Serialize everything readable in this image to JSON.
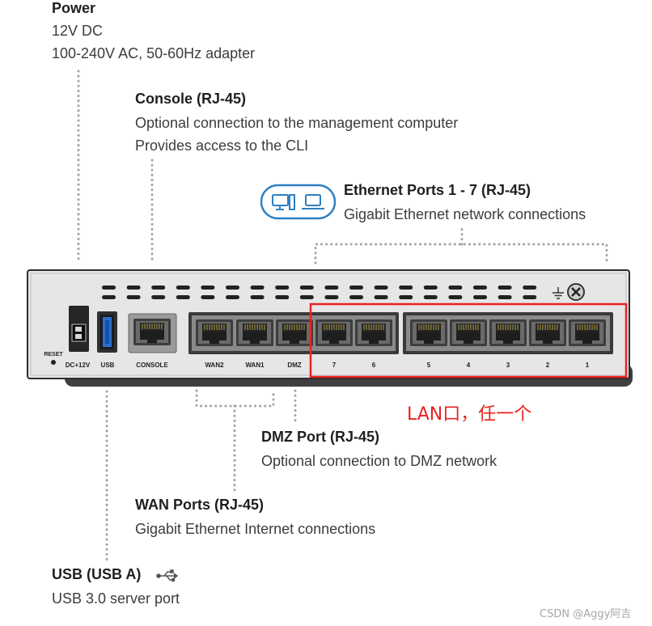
{
  "power": {
    "title": "Power",
    "lines": [
      "12V DC",
      "100-240V AC, 50-60Hz adapter"
    ]
  },
  "console": {
    "title": "Console (RJ-45)",
    "lines": [
      "Optional connection to the management computer",
      "Provides access to the CLI"
    ]
  },
  "ethernet": {
    "title": "Ethernet Ports 1 - 7 (RJ-45)",
    "lines": [
      "Gigabit Ethernet network connections"
    ],
    "icons": [
      "desktop-computer-icon",
      "laptop-icon"
    ]
  },
  "dmz": {
    "title": "DMZ Port (RJ-45)",
    "lines": [
      "Optional connection to DMZ network"
    ]
  },
  "wan": {
    "title": "WAN Ports (RJ-45)",
    "lines": [
      "Gigabit Ethernet Internet connections"
    ]
  },
  "usb": {
    "title": "USB (USB A)",
    "lines": [
      "USB 3.0 server port"
    ],
    "icon": "usb-symbol-icon"
  },
  "device": {
    "labels": {
      "reset": "RESET",
      "dc": "DC+12V",
      "usb": "USB",
      "console": "CONSOLE"
    },
    "group_a": [
      "WAN2",
      "WAN1",
      "DMZ",
      "7",
      "6"
    ],
    "group_b": [
      "5",
      "4",
      "3",
      "2",
      "1"
    ],
    "ground_icon": "ground-symbol-icon",
    "screw_icon": "screw-icon"
  },
  "annotation": {
    "text": "LAN口，任一个",
    "color": "#e8231f"
  },
  "watermark": "CSDN @Aggy阿吉"
}
